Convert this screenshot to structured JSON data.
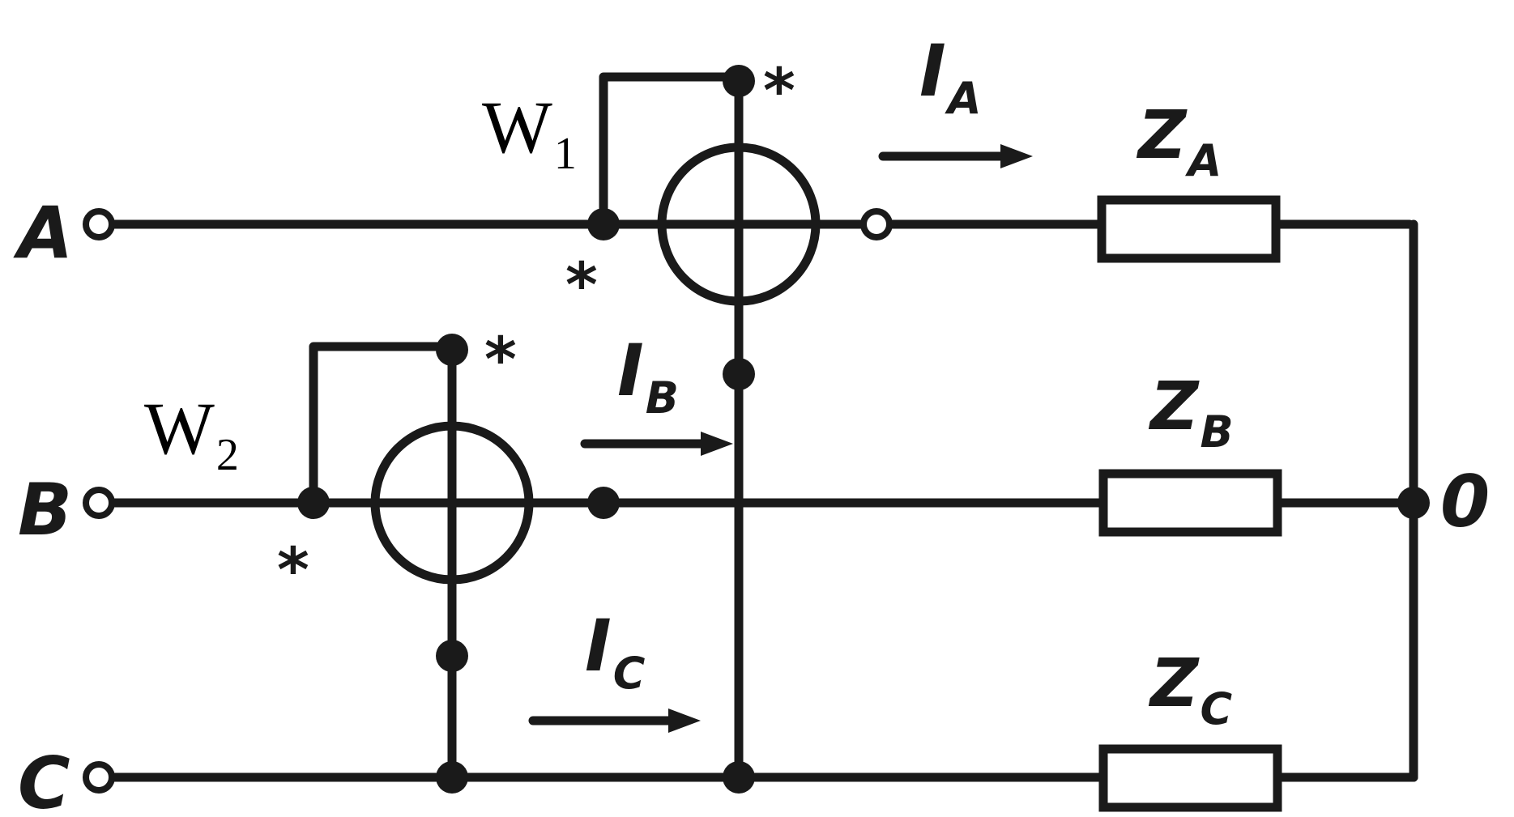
{
  "terminals": {
    "a": "A",
    "b": "B",
    "c": "C"
  },
  "wattmeters": {
    "w1": {
      "letter": "W",
      "sub": "1"
    },
    "w2": {
      "letter": "W",
      "sub": "2"
    }
  },
  "currents": {
    "ia": {
      "letter": "I",
      "sub": "A"
    },
    "ib": {
      "letter": "I",
      "sub": "B"
    },
    "ic": {
      "letter": "I",
      "sub": "C"
    }
  },
  "loads": {
    "za": {
      "letter": "Z",
      "sub": "A"
    },
    "zb": {
      "letter": "Z",
      "sub": "B"
    },
    "zc": {
      "letter": "Z",
      "sub": "C"
    }
  },
  "neutral": "0",
  "polarity_mark": "*"
}
